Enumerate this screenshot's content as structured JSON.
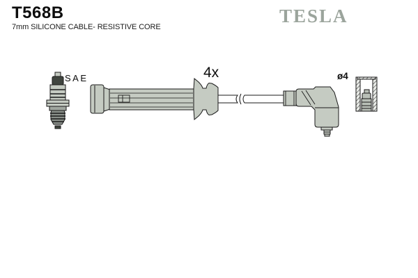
{
  "header": {
    "part_number": "T568B",
    "description": "7mm SILICONE CABLE- RESISTIVE CORE",
    "brand": "TESLA"
  },
  "diagram": {
    "quantity_label": "4x",
    "plug_standard_label": "SAE",
    "diameter_label": "ø4"
  },
  "colors": {
    "background": "#ffffff",
    "part_fill": "#c5cbc2",
    "part_fill_dark": "#8a908a",
    "outline": "#1a1a1a",
    "brand_gray": "#9ba49c"
  }
}
